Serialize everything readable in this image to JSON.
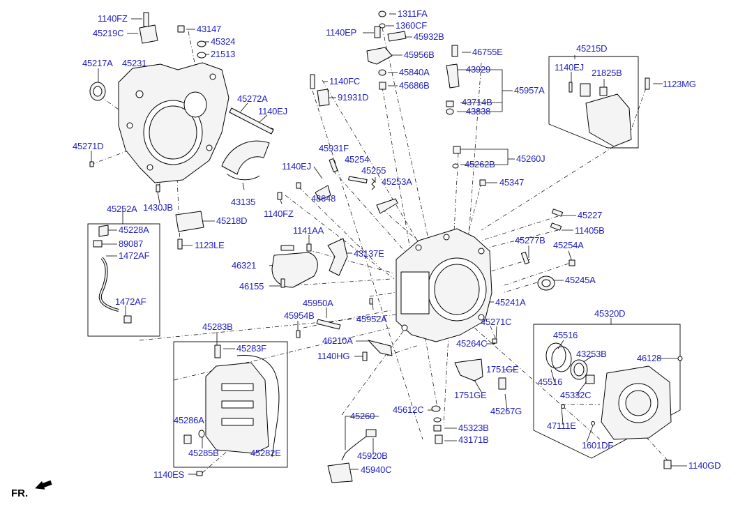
{
  "diagram": {
    "labels": {
      "l1140FZ_a": "1140FZ",
      "l45219C": "45219C",
      "l43147": "43147",
      "l45324": "45324",
      "l21513": "21513",
      "l45217A": "45217A",
      "l45231": "45231",
      "l45272A": "45272A",
      "l1140EJ_a": "1140EJ",
      "l45271D": "45271D",
      "l1311FA": "1311FA",
      "l1360CF": "1360CF",
      "l1140EP": "1140EP",
      "l45932B": "45932B",
      "l45956B": "45956B",
      "l46755E": "46755E",
      "l45840A": "45840A",
      "l45686B": "45686B",
      "l1140FC": "1140FC",
      "l91931D": "91931D",
      "l43929": "43929",
      "l45957A": "45957A",
      "l43714B": "43714B",
      "l43838": "43838",
      "l45215D": "45215D",
      "l1140EJ_b": "1140EJ",
      "l21825B": "21825B",
      "l1123MG": "1123MG",
      "l45931F": "45931F",
      "l45254": "45254",
      "l45255": "45255",
      "l1140EJ_c": "1140EJ",
      "l45253A": "45253A",
      "l45260J": "45260J",
      "l45262B": "45262B",
      "l45347": "45347",
      "l48648": "48648",
      "l43135": "43135",
      "l1140FZ_b": "1140FZ",
      "l1430JB": "1430JB",
      "l45252A": "45252A",
      "l45228A": "45228A",
      "l89087": "89087",
      "l1472AF_a": "1472AF",
      "l1472AF_b": "1472AF",
      "l45218D": "45218D",
      "l1123LE": "1123LE",
      "l45227": "45227",
      "l11405B": "11405B",
      "l1141AA": "1141AA",
      "l43137E": "43137E",
      "l45277B": "45277B",
      "l45254A": "45254A",
      "l46321": "46321",
      "l46155": "46155",
      "l45245A": "45245A",
      "l45950A": "45950A",
      "l45954B": "45954B",
      "l45952A": "45952A",
      "l45241A": "45241A",
      "l45271C": "45271C",
      "l45283B": "45283B",
      "l45283F": "45283F",
      "l46210A": "46210A",
      "l45264C": "45264C",
      "l1140HG": "1140HG",
      "l45320D": "45320D",
      "l45516_a": "45516",
      "l43253B": "43253B",
      "l46128": "46128",
      "l1751GE_a": "1751GE",
      "l45516_b": "45516",
      "l1751GE_b": "1751GE",
      "l45332C": "45332C",
      "l45267G": "45267G",
      "l45260": "45260",
      "l45612C": "45612C",
      "l45286A": "45286A",
      "l45323B": "45323B",
      "l47111E": "47111E",
      "l43171B": "43171B",
      "l45285B": "45285B",
      "l45282E": "45282E",
      "l45920B": "45920B",
      "l1601DF": "1601DF",
      "l1140ES": "1140ES",
      "l45940C": "45940C",
      "l1140GD": "1140GD"
    },
    "front_marker": "FR.",
    "colors": {
      "label": "#1f1fbf",
      "line": "#000000",
      "part_fill": "#f4f4f4"
    }
  }
}
